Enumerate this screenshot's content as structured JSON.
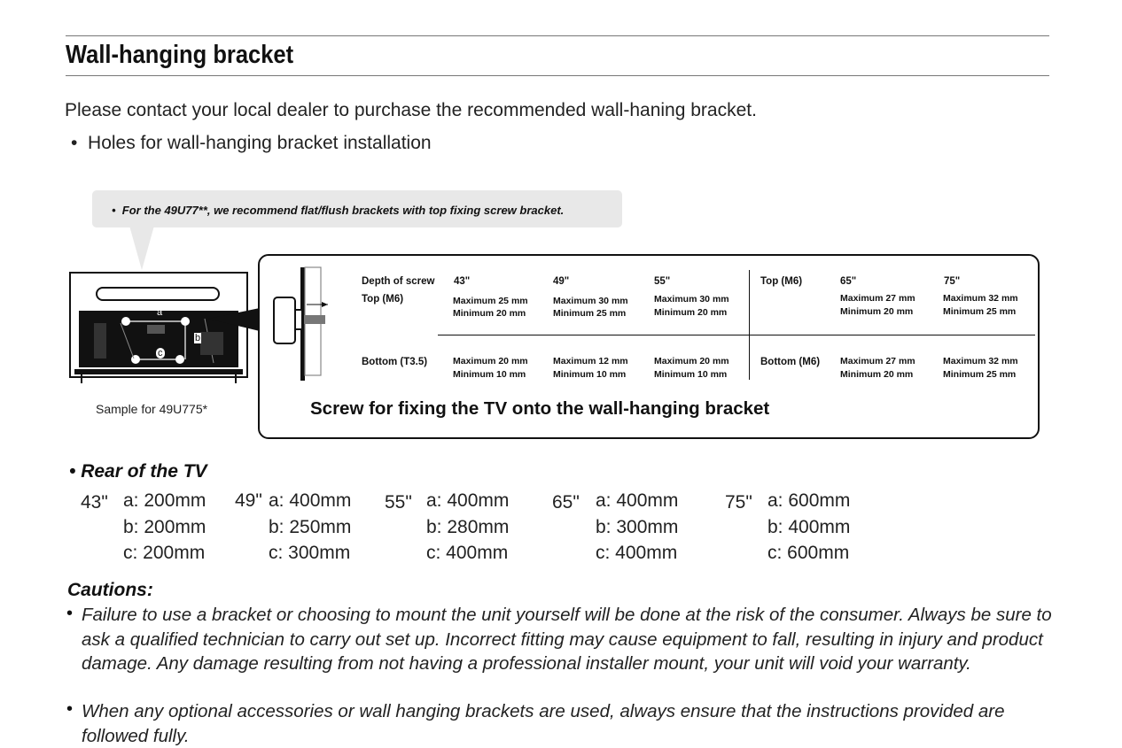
{
  "section": {
    "title": "Wall-hanging bracket",
    "intro": "Please contact your local dealer to purchase the recommended wall-haning bracket.",
    "bullet_holes": "Holes for wall-hanging bracket installation"
  },
  "callout": {
    "text": "For the 49U77**, we recommend flat/flush brackets with top fixing screw bracket."
  },
  "tv_sample": {
    "caption": "Sample for 49U775*",
    "labels": [
      "a",
      "b",
      "c"
    ]
  },
  "screw_table": {
    "depth_label": "Depth of screw",
    "top_m6": "Top (M6)",
    "bottom_t35": "Bottom (T3.5)",
    "bottom_m6": "Bottom (M6)",
    "sizes_left": [
      "43\"",
      "49\"",
      "55\""
    ],
    "sizes_right": [
      "65\"",
      "75\""
    ],
    "top_left": [
      {
        "max": "Maximum 25 mm",
        "min": "Minimum 20 mm"
      },
      {
        "max": "Maximum 30 mm",
        "min": "Minimum 25 mm"
      },
      {
        "max": "Maximum 30 mm",
        "min": "Minimum 20 mm"
      }
    ],
    "top_right": [
      {
        "max": "Maximum 27 mm",
        "min": "Minimum 20 mm"
      },
      {
        "max": "Maximum 32 mm",
        "min": "Minimum 25 mm"
      }
    ],
    "bottom_left": [
      {
        "max": "Maximum 20 mm",
        "min": "Minimum 10 mm"
      },
      {
        "max": "Maximum 12 mm",
        "min": "Minimum 10 mm"
      },
      {
        "max": "Maximum 20 mm",
        "min": "Minimum 10 mm"
      }
    ],
    "bottom_right": [
      {
        "max": "Maximum 27 mm",
        "min": "Minimum 20 mm"
      },
      {
        "max": "Maximum 32 mm",
        "min": "Minimum 25 mm"
      }
    ],
    "caption": "Screw for fixing the TV onto the wall-hanging bracket"
  },
  "rear": {
    "title": "Rear of the TV",
    "models": [
      {
        "size": "43\"",
        "a": "a: 200mm",
        "b": "b: 200mm",
        "c": "c: 200mm"
      },
      {
        "size": "49\"",
        "a": "a: 400mm",
        "b": "b: 250mm",
        "c": "c: 300mm"
      },
      {
        "size": "55\"",
        "a": "a: 400mm",
        "b": "b: 280mm",
        "c": "c: 400mm"
      },
      {
        "size": "65\"",
        "a": "a: 400mm",
        "b": "b: 300mm",
        "c": "c: 400mm"
      },
      {
        "size": "75\"",
        "a": "a: 600mm",
        "b": "b: 400mm",
        "c": "c: 600mm"
      }
    ]
  },
  "cautions": {
    "title": "Cautions:",
    "items": [
      "Failure to use a bracket or choosing to mount the unit yourself will be done at the risk of the consumer. Always be sure to ask a qualified technician to carry out set up. Incorrect fitting may cause equipment to fall, resulting in injury and product damage. Any damage resulting from not having a professional installer mount, your unit will void your warranty.",
      "When any optional accessories or wall hanging brackets are used, always ensure that the instructions provided are followed fully."
    ]
  }
}
